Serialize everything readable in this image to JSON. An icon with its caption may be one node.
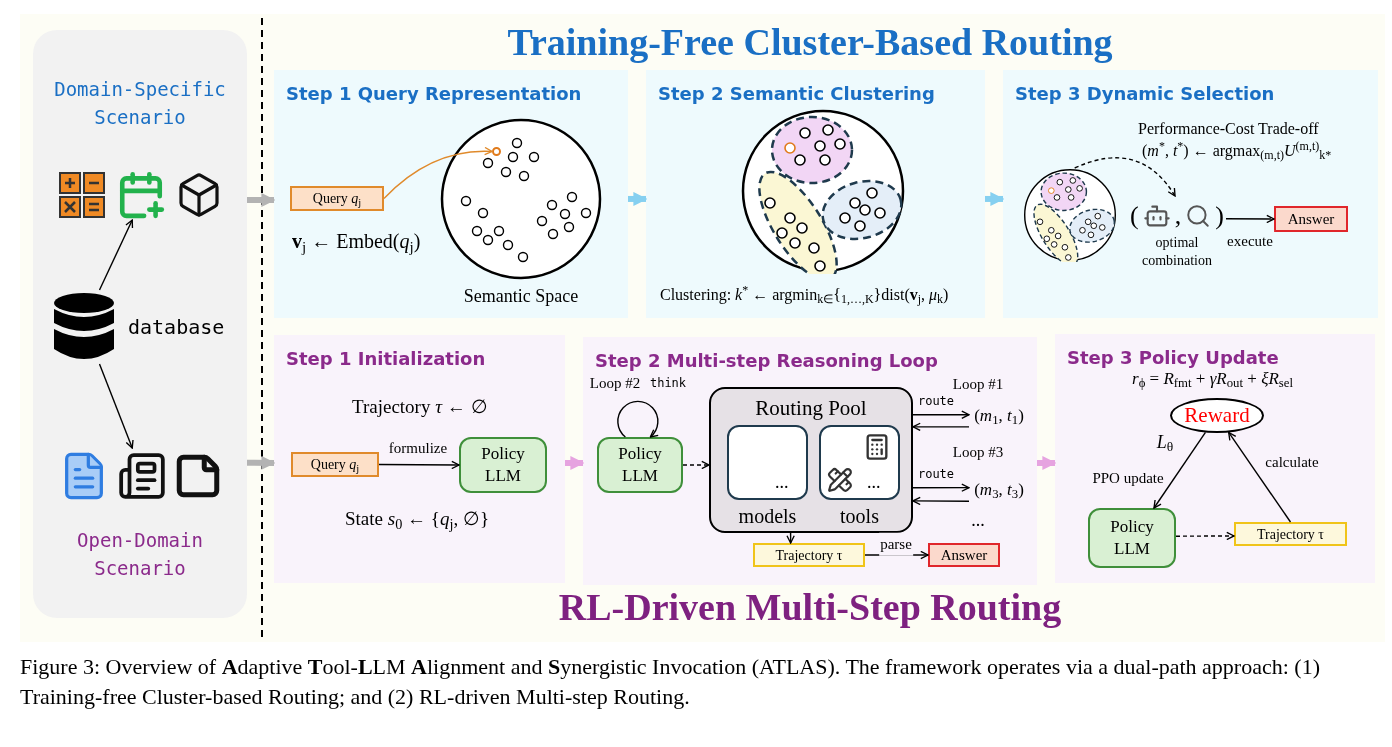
{
  "diagram": {
    "caption": "Figure 3: Overview of **A**daptive **T**ool-**L**LM **A**lignment and **S**ynergistic Invocation (ATLAS). The framework operates via a dual-path approach: (1) Training-free Cluster-based Routing; and (2) RL-driven Multi-step Routing.",
    "nodes": [
      {
        "text": [
          "Domain-Specific Scenario",
          "Open-Domain Scenario"
        ]
      },
      {
        "text": [],
        "shape": "picture",
        "in": 0
      },
      {
        "text": [
          "database"
        ],
        "in": 0
      },
      {
        "text": [],
        "shape": "picture",
        "in": 0
      },
      {
        "text": [
          "Step 1 Query Representation",
          "**v**$_{j}$ ← Embed(*q*$_{j}$)"
        ]
      },
      {
        "text": [
          "Query *q*$_{j}$"
        ],
        "in": 4
      },
      {
        "text": [
          "Semantic Space"
        ],
        "in": 4
      },
      {
        "text": [],
        "shape": "circle",
        "in": 6
      },
      {
        "text": [
          "Step 2 Semantic Clustering",
          "Clustering: *k*$^{*}$ ← argmin$_{k∈}${$_{1,…,K}$}dist(**v**$_{j}$, *μ*$_{k}$)"
        ]
      },
      {
        "text": [
          "Step 3 Dynamic Selection",
          "Performance-Cost Trade-off",
          "(*m*$^{*}$, *t*$^{*}$) ← argmax$_{(m,t)}$*U*$^{(m,t)}$$_{k*}$"
        ]
      },
      {
        "text": [],
        "shape": "circle",
        "in": 9
      },
      {
        "text": [
          "(",
          ",",
          ")",
          "optimal combination"
        ],
        "in": 9
      },
      {
        "text": [
          "Answer"
        ],
        "in": 9
      },
      {
        "text": [
          "Step 1 Initialization",
          "Trajectory *τ* ← ∅",
          "State *s*$_{0}$ ← {*q*$_{j}$, ∅}"
        ]
      },
      {
        "text": [
          "Query *q*$_{j}$"
        ],
        "in": 13
      },
      {
        "text": [
          "Policy LLM"
        ],
        "in": 13
      },
      {
        "text": [
          "Step 2 Multi-step Reasoning Loop"
        ]
      },
      {
        "text": [
          "Policy LLM"
        ],
        "in": 16
      },
      {
        "text": [
          "Routing Pool"
        ],
        "in": 16
      },
      {
        "text": [
          "...",
          "models"
        ],
        "in": 18
      },
      {
        "text": [
          "...",
          "tools"
        ],
        "in": 18
      },
      {
        "text": [
          "(*m*$_{1}$, *t*$_{1}$)"
        ],
        "in": 16
      },
      {
        "text": [
          "(*m*$_{3}$, *t*$_{3}$)"
        ],
        "in": 16
      },
      {
        "text": [
          "Trajectory τ"
        ],
        "in": 16
      },
      {
        "text": [
          "Answer"
        ],
        "in": 16
      },
      {
        "text": [
          "Step 3 Policy Update",
          "*r*$_{ϕ}$ = *R*$_{fmt}$ + *γR*$_{out}$ + *ξR*$_{sel}$"
        ]
      },
      {
        "text": [
          "Reward"
        ],
        "in": 25
      },
      {
        "text": [
          "Policy LLM"
        ],
        "in": 25
      },
      {
        "text": [
          "Trajectory τ"
        ],
        "in": 25
      }
    ],
    "edges": [
      {
        "from": 2,
        "to": 1,
        "arrow": "to"
      },
      {
        "from": 2,
        "to": 3,
        "arrow": "to"
      },
      {
        "from": 5,
        "to": 7,
        "arrow": "to",
        "color": "#e08a2b"
      },
      {
        "from": 10,
        "to": 11,
        "arrow": "to",
        "style": "dashed"
      },
      {
        "from": 11,
        "to": 12,
        "arrow": "to",
        "label": "execute"
      },
      {
        "from": 14,
        "to": 15,
        "arrow": "to",
        "label": "formulize"
      },
      {
        "from": 17,
        "to": 17,
        "arrow": "to",
        "label": "Loop #2"
      },
      {
        "from": 17,
        "to": 18,
        "arrow": "to",
        "style": "dashed"
      },
      {
        "from": 18,
        "to": 21,
        "arrow": "to",
        "label": "route"
      },
      {
        "from": 21,
        "to": 18,
        "arrow": "to"
      },
      {
        "from": 18,
        "to": 22,
        "arrow": "to",
        "label": "route"
      },
      {
        "from": 22,
        "to": 18,
        "arrow": "to"
      },
      {
        "from": 18,
        "to": 23,
        "arrow": "to"
      },
      {
        "from": 23,
        "to": 24,
        "arrow": "to",
        "label": "parse"
      },
      {
        "from": 26,
        "to": 27,
        "arrow": "to",
        "label": "PPO update"
      },
      {
        "from": 27,
        "to": 28,
        "arrow": "to",
        "style": "dashed"
      },
      {
        "from": 28,
        "to": 26,
        "arrow": "to",
        "label": "calculate"
      },
      {
        "from": 0,
        "to": 4,
        "arrow": "to",
        "style": "thick",
        "color": "#b3b3b3"
      },
      {
        "from": 4,
        "to": 8,
        "arrow": "to",
        "style": "thick",
        "color": "#86d0f0"
      },
      {
        "from": 8,
        "to": 9,
        "arrow": "to",
        "style": "thick",
        "color": "#86d0f0"
      },
      {
        "from": 0,
        "to": 13,
        "arrow": "to",
        "style": "thick",
        "color": "#b3b3b3"
      },
      {
        "from": 13,
        "to": 16,
        "arrow": "to",
        "style": "thick",
        "color": "#e6a3e0"
      },
      {
        "from": 16,
        "to": 25,
        "arrow": "to",
        "style": "thick",
        "color": "#e6a3e0"
      }
    ],
    "labels": [
      "Training-Free Cluster-Based Routing",
      "think",
      "Loop #1",
      "Loop #3",
      "...",
      "*L*$_{θ}$",
      "RL-Driven Multi-Step Routing"
    ]
  }
}
